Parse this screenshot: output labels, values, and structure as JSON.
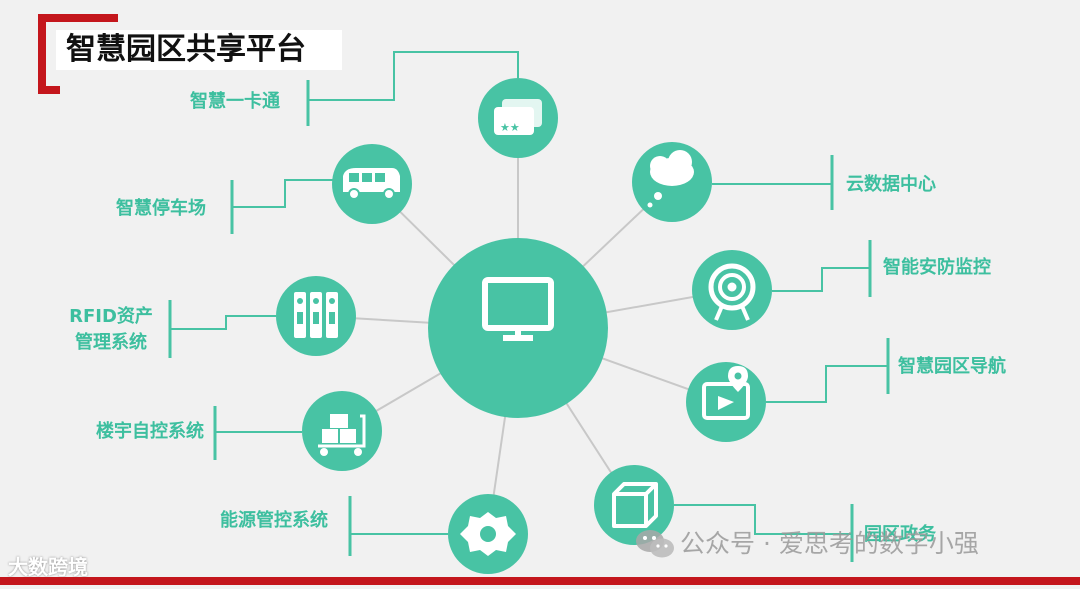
{
  "title": "智慧园区共享平台",
  "colors": {
    "teal": "#48c3a4",
    "accent_red": "#c4161c",
    "connector": "#c8c8c8",
    "label": "#3dbf9f"
  },
  "center": {
    "icon": "monitor-icon"
  },
  "nodes": [
    {
      "id": "card",
      "label": "智慧一卡通",
      "icon": "card-icon"
    },
    {
      "id": "parking",
      "label": "智慧停车场",
      "icon": "bus-icon"
    },
    {
      "id": "rfid",
      "label_line1": "RFID资产",
      "label_line2": "管理系统",
      "icon": "binders-icon"
    },
    {
      "id": "building",
      "label": "楼宇自控系统",
      "icon": "cart-icon"
    },
    {
      "id": "energy",
      "label": "能源管控系统",
      "icon": "gear-icon"
    },
    {
      "id": "cloud",
      "label": "云数据中心",
      "icon": "cloud-icon"
    },
    {
      "id": "security",
      "label": "智能安防监控",
      "icon": "target-icon"
    },
    {
      "id": "navigation",
      "label": "智慧园区导航",
      "icon": "map-pin-icon"
    },
    {
      "id": "gov",
      "label": "园区政务",
      "icon": "box-icon"
    }
  ],
  "watermark": "公众号 · 爱思考的数字小强",
  "corner_logo": "大数跨境"
}
